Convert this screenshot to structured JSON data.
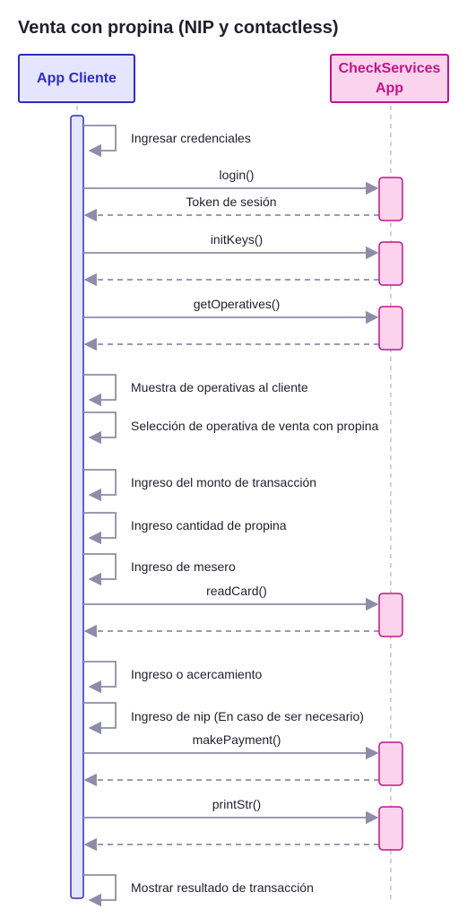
{
  "title": "Venta con propina (NIP y contactless)",
  "participants": {
    "client": {
      "label": "App Cliente"
    },
    "check": {
      "label_line1": "CheckServices",
      "label_line2": "App"
    }
  },
  "colors": {
    "client_stroke": "#2e2ec0",
    "client_fill": "#e6e5ff",
    "check_stroke": "#c0168a",
    "check_fill": "#fbd3ec",
    "arrow": "#8e8ca8",
    "lifeline": "#c4c3d2"
  },
  "messages": [
    {
      "kind": "self",
      "text": "Ingresar credenciales"
    },
    {
      "kind": "call",
      "text": "login()"
    },
    {
      "kind": "return",
      "text": "Token de sesión"
    },
    {
      "kind": "call",
      "text": "initKeys()"
    },
    {
      "kind": "return",
      "text": ""
    },
    {
      "kind": "call",
      "text": "getOperatives()"
    },
    {
      "kind": "return",
      "text": ""
    },
    {
      "kind": "self",
      "text": "Muestra de operativas al cliente"
    },
    {
      "kind": "self",
      "text": "Selección de operativa de venta con propina"
    },
    {
      "kind": "self",
      "text": "Ingreso del monto de transacción"
    },
    {
      "kind": "self",
      "text": "Ingreso cantidad de propina"
    },
    {
      "kind": "self",
      "text": "Ingreso de mesero"
    },
    {
      "kind": "call",
      "text": "readCard()"
    },
    {
      "kind": "return",
      "text": ""
    },
    {
      "kind": "self",
      "text": "Ingreso o acercamiento"
    },
    {
      "kind": "self",
      "text": "Ingreso de nip (En caso de ser necesario)"
    },
    {
      "kind": "call",
      "text": "makePayment()"
    },
    {
      "kind": "return",
      "text": ""
    },
    {
      "kind": "call",
      "text": "printStr()"
    },
    {
      "kind": "return",
      "text": ""
    },
    {
      "kind": "self",
      "text": "Mostrar resultado de transacción"
    }
  ]
}
